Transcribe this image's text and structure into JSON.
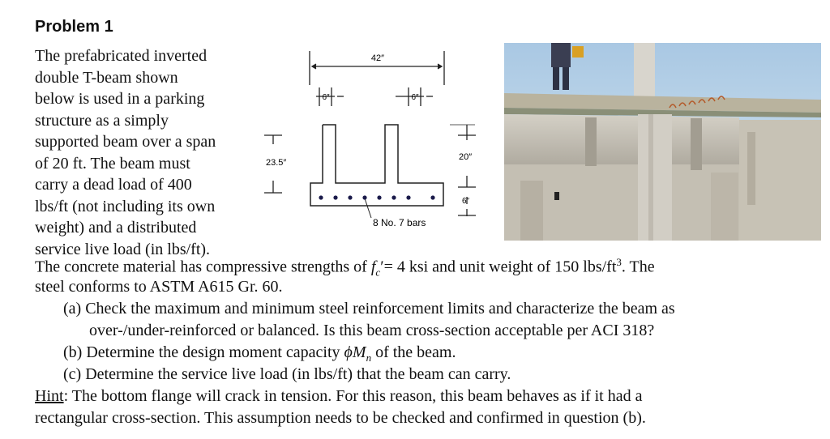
{
  "title": "Problem 1",
  "intro_lines": [
    "The prefabricated inverted",
    "double T-beam shown",
    "below is used in a parking",
    "structure as a simply",
    "supported beam over a span",
    "of 20 ft. The beam must",
    "carry a dead load of 400",
    "lbs/ft (not including its own",
    "weight) and a distributed",
    "service live load (in lbs/ft)."
  ],
  "material": {
    "pre": "The concrete material has compressive strengths of ",
    "symbol": "f",
    "sub": "c",
    "prime": "′",
    "mid": "= 4 ksi and unit weight of 150 lbs/ft",
    "sup": "3",
    "post": ". The"
  },
  "steel_line": "steel conforms to ASTM A615 Gr. 60.",
  "questions": {
    "a_line1": "(a) Check the maximum and minimum steel reinforcement limits and characterize the beam as",
    "a_line2": "over-/under-reinforced or balanced. Is this beam cross-section acceptable per ACI 318?",
    "b_pre": "(b) Determine the design moment capacity ",
    "b_phi": "ϕ",
    "b_M": "M",
    "b_sub": "n",
    "b_post": " of the beam.",
    "c": "(c) Determine the service live load (in lbs/ft) that the beam can carry."
  },
  "hint": {
    "label": "Hint",
    "line1": ": The bottom flange will crack in tension. For this reason, this beam behaves as if it had a",
    "line2": "rectangular cross-section. This assumption needs to be checked and confirmed in question (b)."
  },
  "diagram": {
    "width_label": "42″",
    "web_label_left": "6″",
    "web_label_right": "6″",
    "height_label": "23.5″",
    "web_height_label": "20″",
    "flange_label": "6″",
    "bars_label": "8 No. 7 bars"
  },
  "colors": {
    "sky": "#bcd6ea",
    "concrete": "#c9c5bb",
    "concrete_dark": "#9c978c",
    "deck_edge": "#8a8f78"
  }
}
